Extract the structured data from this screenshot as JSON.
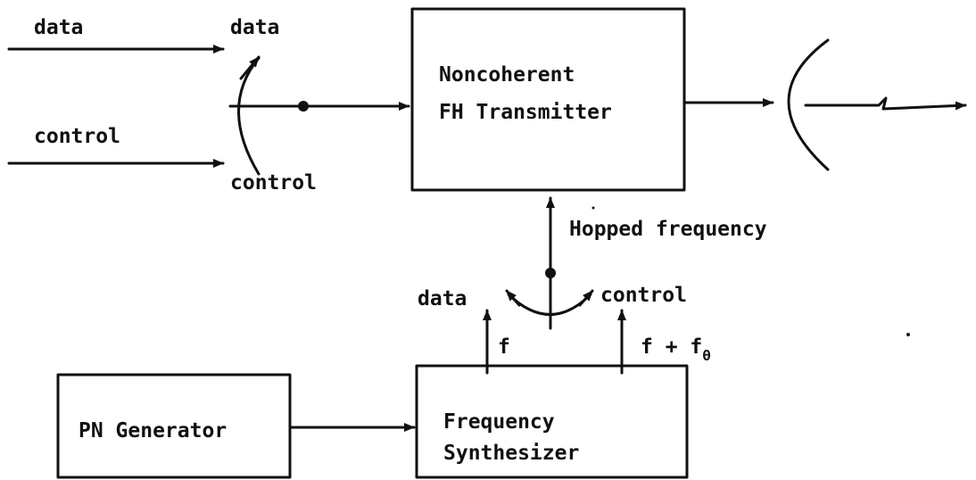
{
  "input_labels": {
    "data": "data",
    "control": "control"
  },
  "switch1": {
    "data_label": "data",
    "control_label": "control"
  },
  "transmitter": {
    "line1": "Noncoherent",
    "line2": "FH Transmitter"
  },
  "hopped_frequency": "Hopped frequency",
  "switch2": {
    "data_label": "data",
    "control_label": "control"
  },
  "synth_outputs": {
    "f": "f",
    "f_offset_main": "f + f",
    "f_offset_sub": "θ"
  },
  "pn_generator": "PN Generator",
  "synthesizer": {
    "line1": "Frequency",
    "line2": "Synthesizer"
  },
  "colors": {
    "ink": "#111111",
    "background": "#ffffff"
  }
}
